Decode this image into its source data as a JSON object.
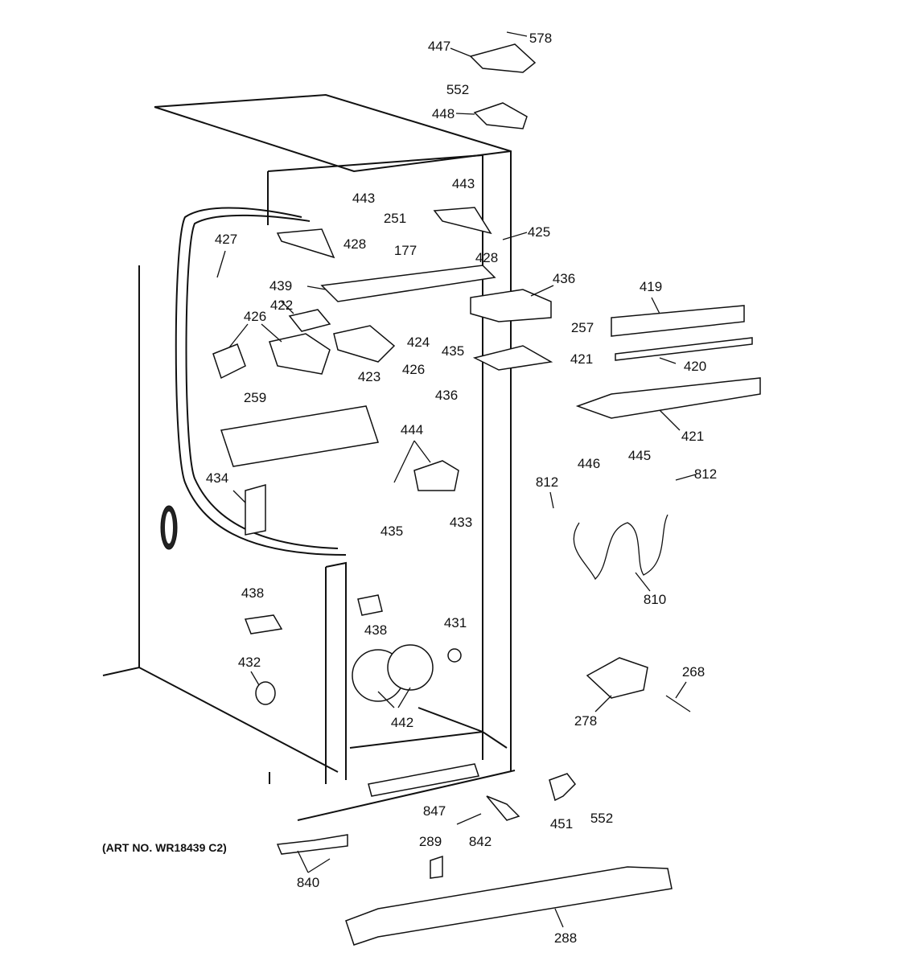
{
  "art_number": "(ART NO. WR18439 C2)",
  "labels": [
    "578",
    "447",
    "552",
    "448",
    "443",
    "251",
    "443",
    "425",
    "427",
    "428",
    "177",
    "428",
    "436",
    "419",
    "439",
    "422",
    "426",
    "424",
    "435",
    "257",
    "421",
    "420",
    "426",
    "423",
    "436",
    "259",
    "421",
    "444",
    "446",
    "445",
    "812",
    "812",
    "434",
    "435",
    "433",
    "810",
    "438",
    "438",
    "431",
    "432",
    "268",
    "442",
    "278",
    "847",
    "451",
    "552",
    "842",
    "289",
    "840",
    "288"
  ]
}
